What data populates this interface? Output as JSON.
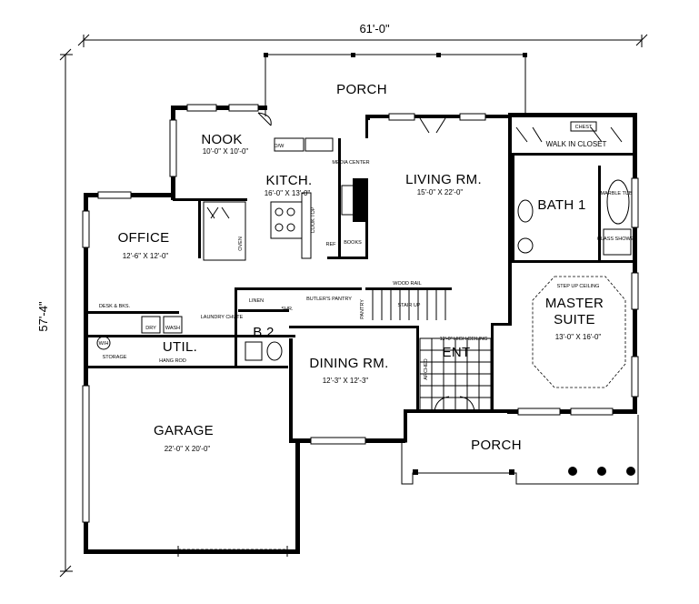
{
  "dimensions": {
    "width": "61'-0\"",
    "depth": "57'-4\""
  },
  "rooms": {
    "porch_rear": {
      "name": "PORCH"
    },
    "nook": {
      "name": "NOOK",
      "size": "10'-0\" X 10'-0\""
    },
    "kitchen": {
      "name": "KITCH.",
      "size": "16'-0\" X 13'-0\""
    },
    "living": {
      "name": "LIVING RM.",
      "size": "15'-0\" X 22'-0\""
    },
    "office": {
      "name": "OFFICE",
      "size": "12'-6\" X 12'-0\""
    },
    "bath1": {
      "name": "BATH 1"
    },
    "master": {
      "name": "MASTER",
      "name2": "SUITE",
      "size": "13'-0\" X 16'-0\""
    },
    "util": {
      "name": "UTIL."
    },
    "b2": {
      "name": "B.2"
    },
    "dining": {
      "name": "DINING RM.",
      "size": "12'-3\" X 12'-3\""
    },
    "ent": {
      "name": "ENT"
    },
    "garage": {
      "name": "GARAGE",
      "size": "22'-0\" X 20'-0\""
    },
    "porch_front": {
      "name": "PORCH"
    }
  },
  "notes": {
    "walk_in_closet": "WALK IN CLOSET",
    "chest": "CHEST",
    "marble_tub": "MARBLE TUB",
    "glass_shower": "GLASS SHOWER",
    "step_up_ceiling": "STEP UP CEILING",
    "media_center": "MEDIA CENTER",
    "books": "BOOKS",
    "dw": "D/W",
    "cook_top": "COOK TOP",
    "oven": "OVEN",
    "ref": "REF",
    "wood_rail": "WOOD RAIL",
    "stair_up": "STAIR UP",
    "butlers_pantry": "BUTLER'S PANTRY",
    "pantry": "PANTRY",
    "linen": "LINEN",
    "shr": "SHR.",
    "laundry_chute": "LAUNDRY CHUTE",
    "desk_bks": "DESK & BKS.",
    "dry": "DRY",
    "wash": "WASH",
    "storage": "STORAGE",
    "wh": "W/H",
    "hang_rod": "HANG ROD",
    "high_ceiling": "12'-0\" HIGH CEILING",
    "arched": "ARCHED"
  }
}
